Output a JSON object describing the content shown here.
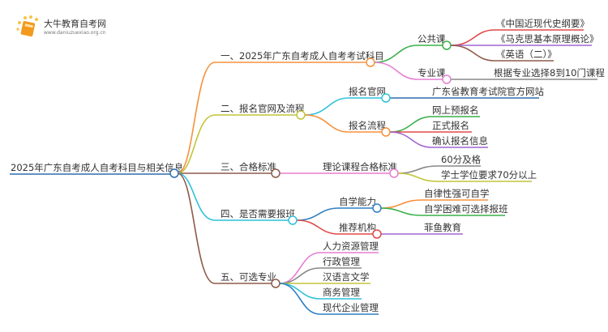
{
  "logo": {
    "title": "大牛教育自考网",
    "url": "www.daniuzuexiao.org.cn"
  },
  "root": "2025年广东自考成人自考科目与相关信息",
  "branches": [
    {
      "label": "一、2025年广东自考成人自考考试科目",
      "children": [
        {
          "label": "公共课",
          "children": [
            "《中国近现代史纲要》",
            "《马克思基本原理概论》",
            "《英语（二）》"
          ]
        },
        {
          "label": "专业课",
          "children": [
            "根据专业选择8到10门课程"
          ]
        }
      ]
    },
    {
      "label": "二、报名官网及流程",
      "children": [
        {
          "label": "报名官网",
          "children": [
            "广东省教育考试院官方网站"
          ]
        },
        {
          "label": "报名流程",
          "children": [
            "网上预报名",
            "正式报名",
            "确认报名信息"
          ]
        }
      ]
    },
    {
      "label": "三、合格标准",
      "children": [
        {
          "label": "理论课程合格标准",
          "children": [
            "60分及格",
            "学士学位要求70分以上"
          ]
        }
      ]
    },
    {
      "label": "四、是否需要报班",
      "children": [
        {
          "label": "自学能力",
          "children": [
            "自律性强可自学",
            "自学困难可选择报班"
          ]
        },
        {
          "label": "推荐机构",
          "children": [
            "菲鱼教育"
          ]
        }
      ]
    },
    {
      "label": "五、可选专业",
      "children": [
        "人力资源管理",
        "行政管理",
        "汉语言文学",
        "商务管理",
        "现代企业管理"
      ]
    }
  ]
}
